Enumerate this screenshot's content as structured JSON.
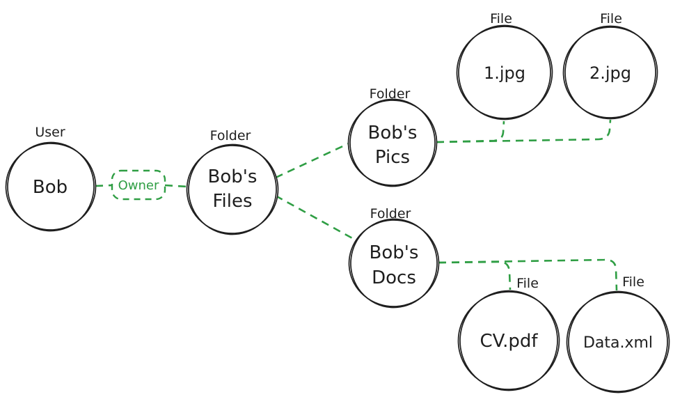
{
  "diagram": {
    "colors": {
      "background": "#ffffff",
      "node_stroke": "#1e1e1e",
      "text": "#1e1e1e",
      "edge_green": "#2f9e44"
    },
    "edge_label_owner": "Owner",
    "nodes": {
      "bob": {
        "type": "User",
        "line1": "Bob"
      },
      "files": {
        "type": "Folder",
        "line1": "Bob's",
        "line2": "Files"
      },
      "pics": {
        "type": "Folder",
        "line1": "Bob's",
        "line2": "Pics"
      },
      "docs": {
        "type": "Folder",
        "line1": "Bob's",
        "line2": "Docs"
      },
      "jpg1": {
        "type": "File",
        "line1": "1.jpg"
      },
      "jpg2": {
        "type": "File",
        "line1": "2.jpg"
      },
      "cvpdf": {
        "type": "File",
        "line1": "CV.pdf"
      },
      "dataxml": {
        "type": "File",
        "line1": "Data.xml"
      }
    },
    "edges": [
      {
        "from": "Bob",
        "to": "Bob's Files",
        "label": "Owner"
      },
      {
        "from": "Bob's Files",
        "to": "Bob's Pics"
      },
      {
        "from": "Bob's Files",
        "to": "Bob's Docs"
      },
      {
        "from": "Bob's Pics",
        "to": "1.jpg"
      },
      {
        "from": "Bob's Pics",
        "to": "2.jpg"
      },
      {
        "from": "Bob's Docs",
        "to": "CV.pdf"
      },
      {
        "from": "Bob's Docs",
        "to": "Data.xml"
      }
    ]
  }
}
